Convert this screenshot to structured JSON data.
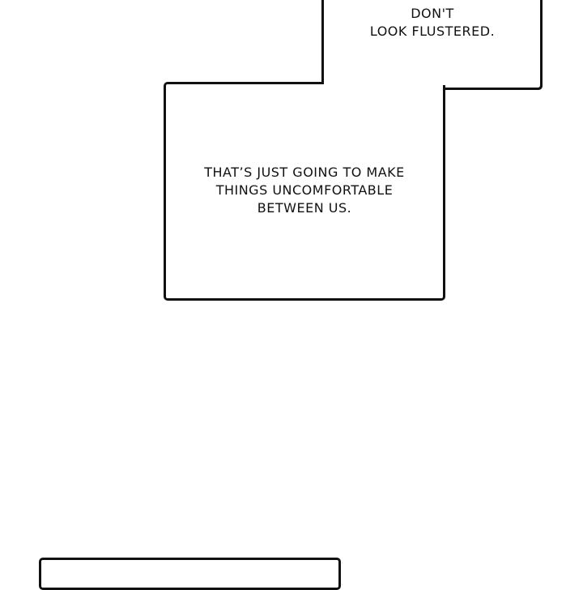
{
  "bubbles": {
    "top": {
      "lines": [
        "DON'T",
        "LOOK FLUSTERED."
      ]
    },
    "middle": {
      "lines": [
        "THAT’S JUST GOING TO MAKE",
        "THINGS UNCOMFORTABLE",
        "BETWEEN US."
      ]
    }
  },
  "colors": {
    "outline": "#111111",
    "background": "#ffffff"
  }
}
